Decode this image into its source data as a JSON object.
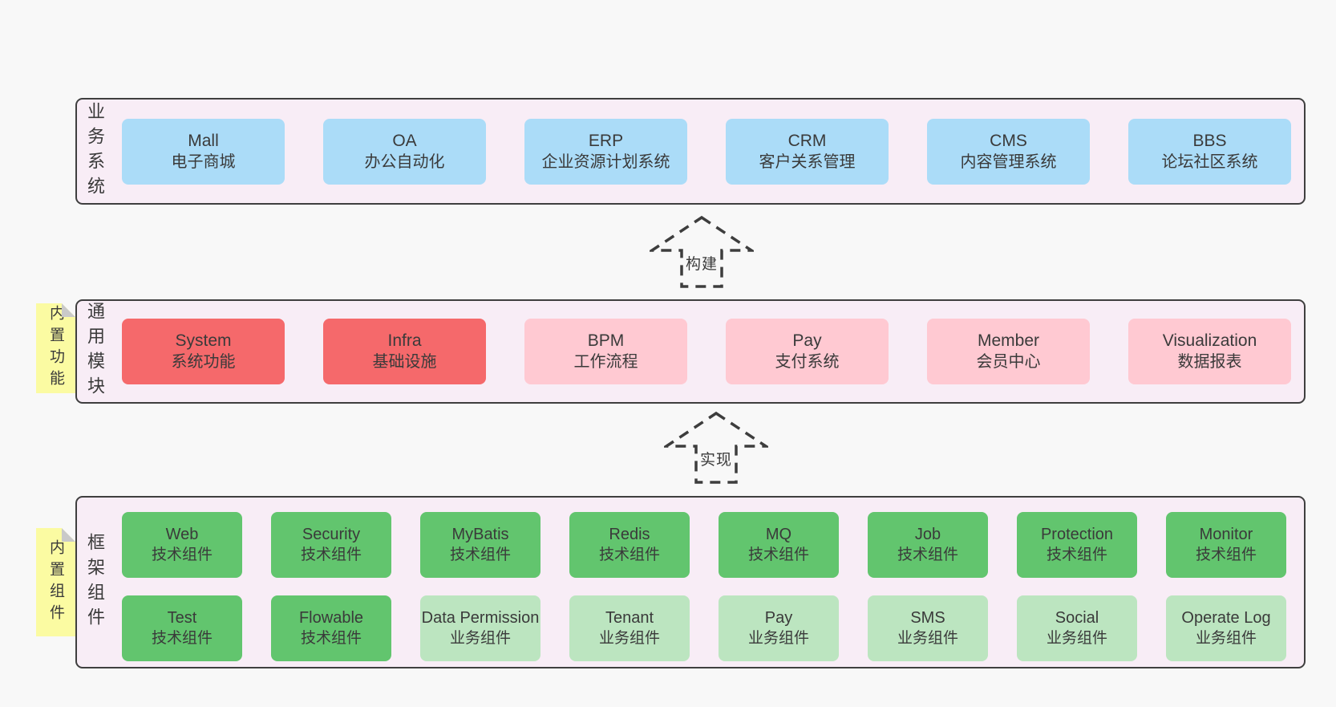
{
  "business": {
    "label": "业务系统",
    "boxes": [
      {
        "name": "Mall",
        "desc": "电子商城"
      },
      {
        "name": "OA",
        "desc": "办公自动化"
      },
      {
        "name": "ERP",
        "desc": "企业资源计划系统"
      },
      {
        "name": "CRM",
        "desc": "客户关系管理"
      },
      {
        "name": "CMS",
        "desc": "内容管理系统"
      },
      {
        "name": "BBS",
        "desc": "论坛社区系统"
      }
    ]
  },
  "arrows": [
    {
      "label": "构建"
    },
    {
      "label": "实现"
    }
  ],
  "modules": {
    "label": "通用模块",
    "note": "内置功能",
    "boxes": [
      {
        "name": "System",
        "desc": "系统功能"
      },
      {
        "name": "Infra",
        "desc": "基础设施"
      },
      {
        "name": "BPM",
        "desc": "工作流程"
      },
      {
        "name": "Pay",
        "desc": "支付系统"
      },
      {
        "name": "Member",
        "desc": "会员中心"
      },
      {
        "name": "Visualization",
        "desc": "数据报表"
      }
    ]
  },
  "components": {
    "label": "框架组件",
    "note": "内置组件",
    "row1": [
      {
        "name": "Web",
        "desc": "技术组件"
      },
      {
        "name": "Security",
        "desc": "技术组件"
      },
      {
        "name": "MyBatis",
        "desc": "技术组件"
      },
      {
        "name": "Redis",
        "desc": "技术组件"
      },
      {
        "name": "MQ",
        "desc": "技术组件"
      },
      {
        "name": "Job",
        "desc": "技术组件"
      },
      {
        "name": "Protection",
        "desc": "技术组件"
      },
      {
        "name": "Monitor",
        "desc": "技术组件"
      }
    ],
    "row2": [
      {
        "name": "Test",
        "desc": "技术组件"
      },
      {
        "name": "Flowable",
        "desc": "技术组件"
      },
      {
        "name": "Data Permission",
        "desc": "业务组件"
      },
      {
        "name": "Tenant",
        "desc": "业务组件"
      },
      {
        "name": "Pay",
        "desc": "业务组件"
      },
      {
        "name": "SMS",
        "desc": "业务组件"
      },
      {
        "name": "Social",
        "desc": "业务组件"
      },
      {
        "name": "Operate Log",
        "desc": "业务组件"
      }
    ]
  },
  "colors": {
    "page_bg": "#f8f8f8",
    "layer_bg": "#f8edf6",
    "layer_border": "#3f3f3f",
    "blue": "#abdcf8",
    "red": "#f5696b",
    "pink": "#ffc9d2",
    "green": "#62c56e",
    "light_green": "#bce5c0",
    "note_yellow": "#fbfba2",
    "fold_gray": "#c9c9c9",
    "text": "#3a3a3a"
  }
}
